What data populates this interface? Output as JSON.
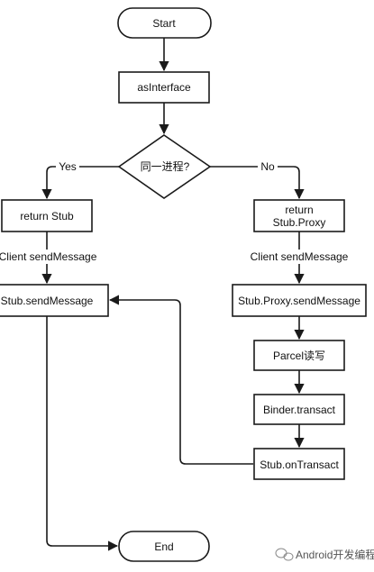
{
  "nodes": {
    "start": "Start",
    "as_interface": "asInterface",
    "decision": "同一进程?",
    "return_stub": "return Stub",
    "return_proxy_line1": "return",
    "return_proxy_line2": "Stub.Proxy",
    "stub_send_message": "Stub.sendMessage",
    "proxy_send_message": "Stub.Proxy.sendMessage",
    "parcel": "Parcel读写",
    "binder_transact": "Binder.transact",
    "on_transact": "Stub.onTransact",
    "end": "End"
  },
  "labels": {
    "yes": "Yes",
    "no": "No",
    "client_left": "Client sendMessage",
    "client_right": "Client sendMessage"
  },
  "watermark": {
    "icon": "wechat-bubble-icon",
    "text": "Android开发编程"
  },
  "colors": {
    "stroke": "#1a1a1a",
    "fill": "#ffffff",
    "text": "#111111"
  }
}
